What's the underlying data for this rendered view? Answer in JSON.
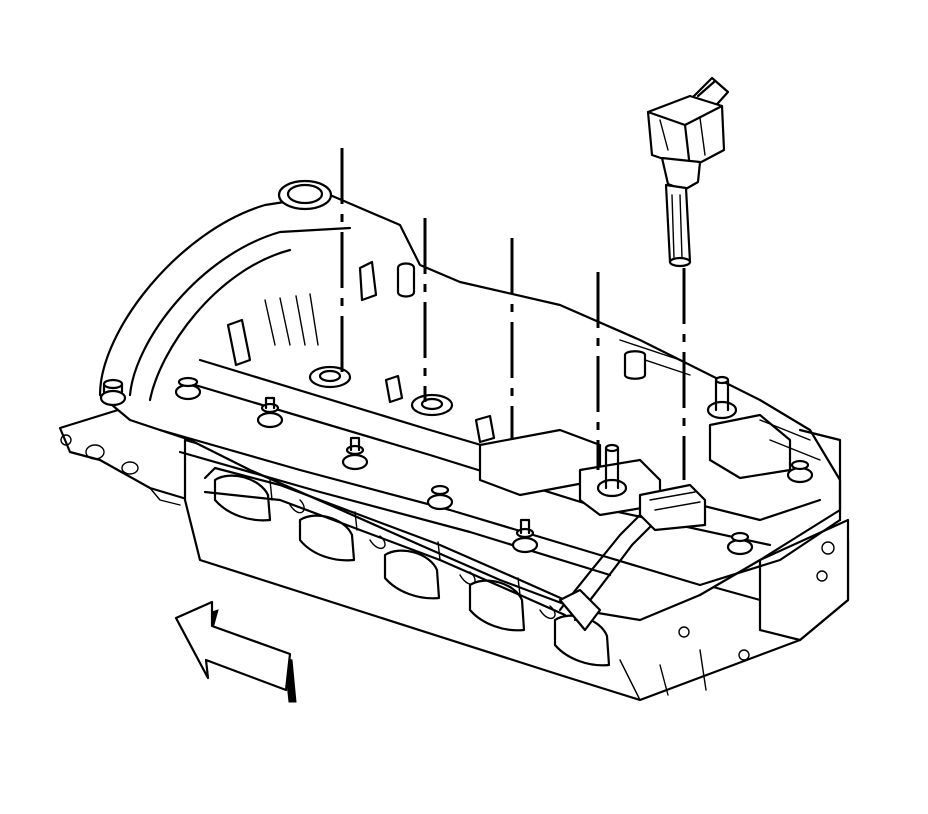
{
  "diagram": {
    "type": "exploded-view-line-drawing",
    "subject": "",
    "colors": {
      "line": "#000000",
      "background": "#ffffff"
    },
    "components": [
      {
        "name": "ignition-coil",
        "count": 1
      },
      {
        "name": "coil-installation-guide-line",
        "count": 5
      },
      {
        "name": "camshaft-cover",
        "count": 1
      },
      {
        "name": "cover-bolt",
        "count": 10
      },
      {
        "name": "fuel-injector-rail-and-harness",
        "count": 1
      },
      {
        "name": "direction-arrow",
        "count": 1
      }
    ]
  }
}
